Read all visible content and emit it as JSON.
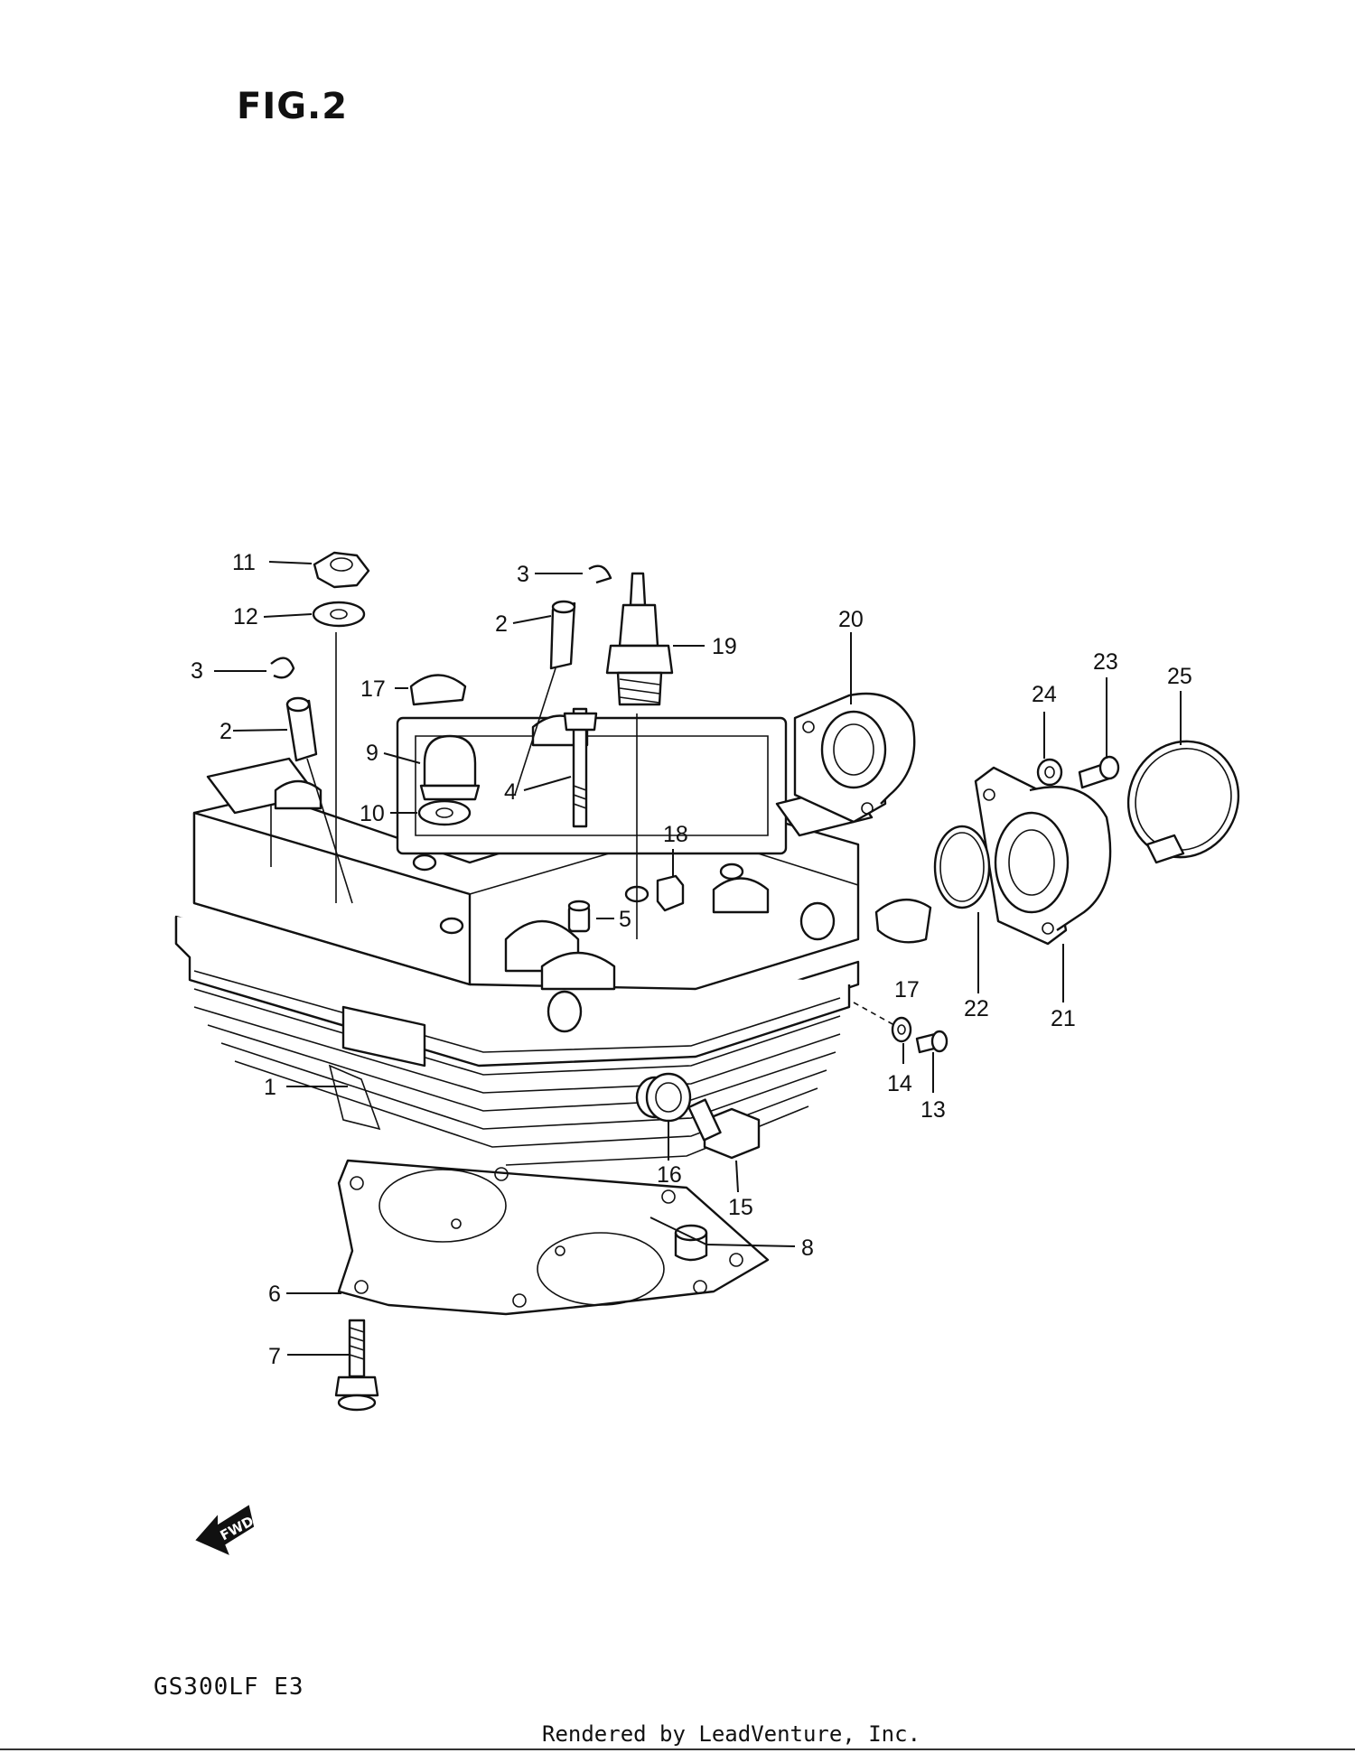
{
  "figure": {
    "title": "FIG.2"
  },
  "model_code": "GS300LF E3",
  "footer": "Rendered by LeadVenture, Inc.",
  "fwd_arrow": {
    "label": "FWD"
  },
  "callouts": [
    {
      "id": "c1",
      "number": "1"
    },
    {
      "id": "c2a",
      "number": "2"
    },
    {
      "id": "c2b",
      "number": "2"
    },
    {
      "id": "c3a",
      "number": "3"
    },
    {
      "id": "c3b",
      "number": "3"
    },
    {
      "id": "c4",
      "number": "4"
    },
    {
      "id": "c5",
      "number": "5"
    },
    {
      "id": "c6",
      "number": "6"
    },
    {
      "id": "c7",
      "number": "7"
    },
    {
      "id": "c8",
      "number": "8"
    },
    {
      "id": "c9",
      "number": "9"
    },
    {
      "id": "c10",
      "number": "10"
    },
    {
      "id": "c11",
      "number": "11"
    },
    {
      "id": "c12",
      "number": "12"
    },
    {
      "id": "c13",
      "number": "13"
    },
    {
      "id": "c14",
      "number": "14"
    },
    {
      "id": "c15",
      "number": "15"
    },
    {
      "id": "c16",
      "number": "16"
    },
    {
      "id": "c17a",
      "number": "17"
    },
    {
      "id": "c17b",
      "number": "17"
    },
    {
      "id": "c18",
      "number": "18"
    },
    {
      "id": "c19",
      "number": "19"
    },
    {
      "id": "c20",
      "number": "20"
    },
    {
      "id": "c21",
      "number": "21"
    },
    {
      "id": "c22",
      "number": "22"
    },
    {
      "id": "c23",
      "number": "23"
    },
    {
      "id": "c24",
      "number": "24"
    },
    {
      "id": "c25",
      "number": "25"
    }
  ]
}
